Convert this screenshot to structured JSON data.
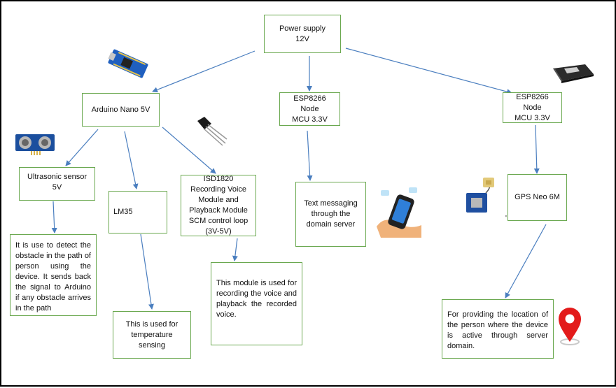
{
  "nodes": {
    "power_supply": "Power supply\n12V",
    "arduino_nano": "Arduino Nano 5V",
    "esp_node_1": "ESP8266 Node\nMCU 3.3V",
    "esp_node_2": "ESP8266 Node\nMCU 3.3V",
    "ultrasonic_sensor": "Ultrasonic sensor\n5V",
    "lm35": "LM35",
    "isd1820": "ISD1820 Recording Voice Module and Playback Module SCM control loop (3V-5V)",
    "text_messaging": "Text messaging through the domain server",
    "gps_neo": "GPS Neo 6M",
    "ultrasonic_desc": "It is use to detect the obstacle in the path of person using the device. It sends back the signal to Arduino if any obstacle arrives in the path",
    "lm35_desc": "This is used for temperature sensing",
    "isd1820_desc": "This module is used for recording the voice and playback the recorded voice.",
    "gps_desc": "For providing the location of the person where the device is active through server domain."
  },
  "colors": {
    "arrow": "#4a7ebf",
    "box_border": "#6aa84f",
    "pin_red": "#e31b1b"
  },
  "icons": [
    "arduino-nano-board-icon",
    "esp8266-board-icon",
    "ultrasonic-sensor-icon",
    "lm35-sensor-icon",
    "phone-messaging-icon",
    "gps-module-icon",
    "location-pin-icon"
  ]
}
